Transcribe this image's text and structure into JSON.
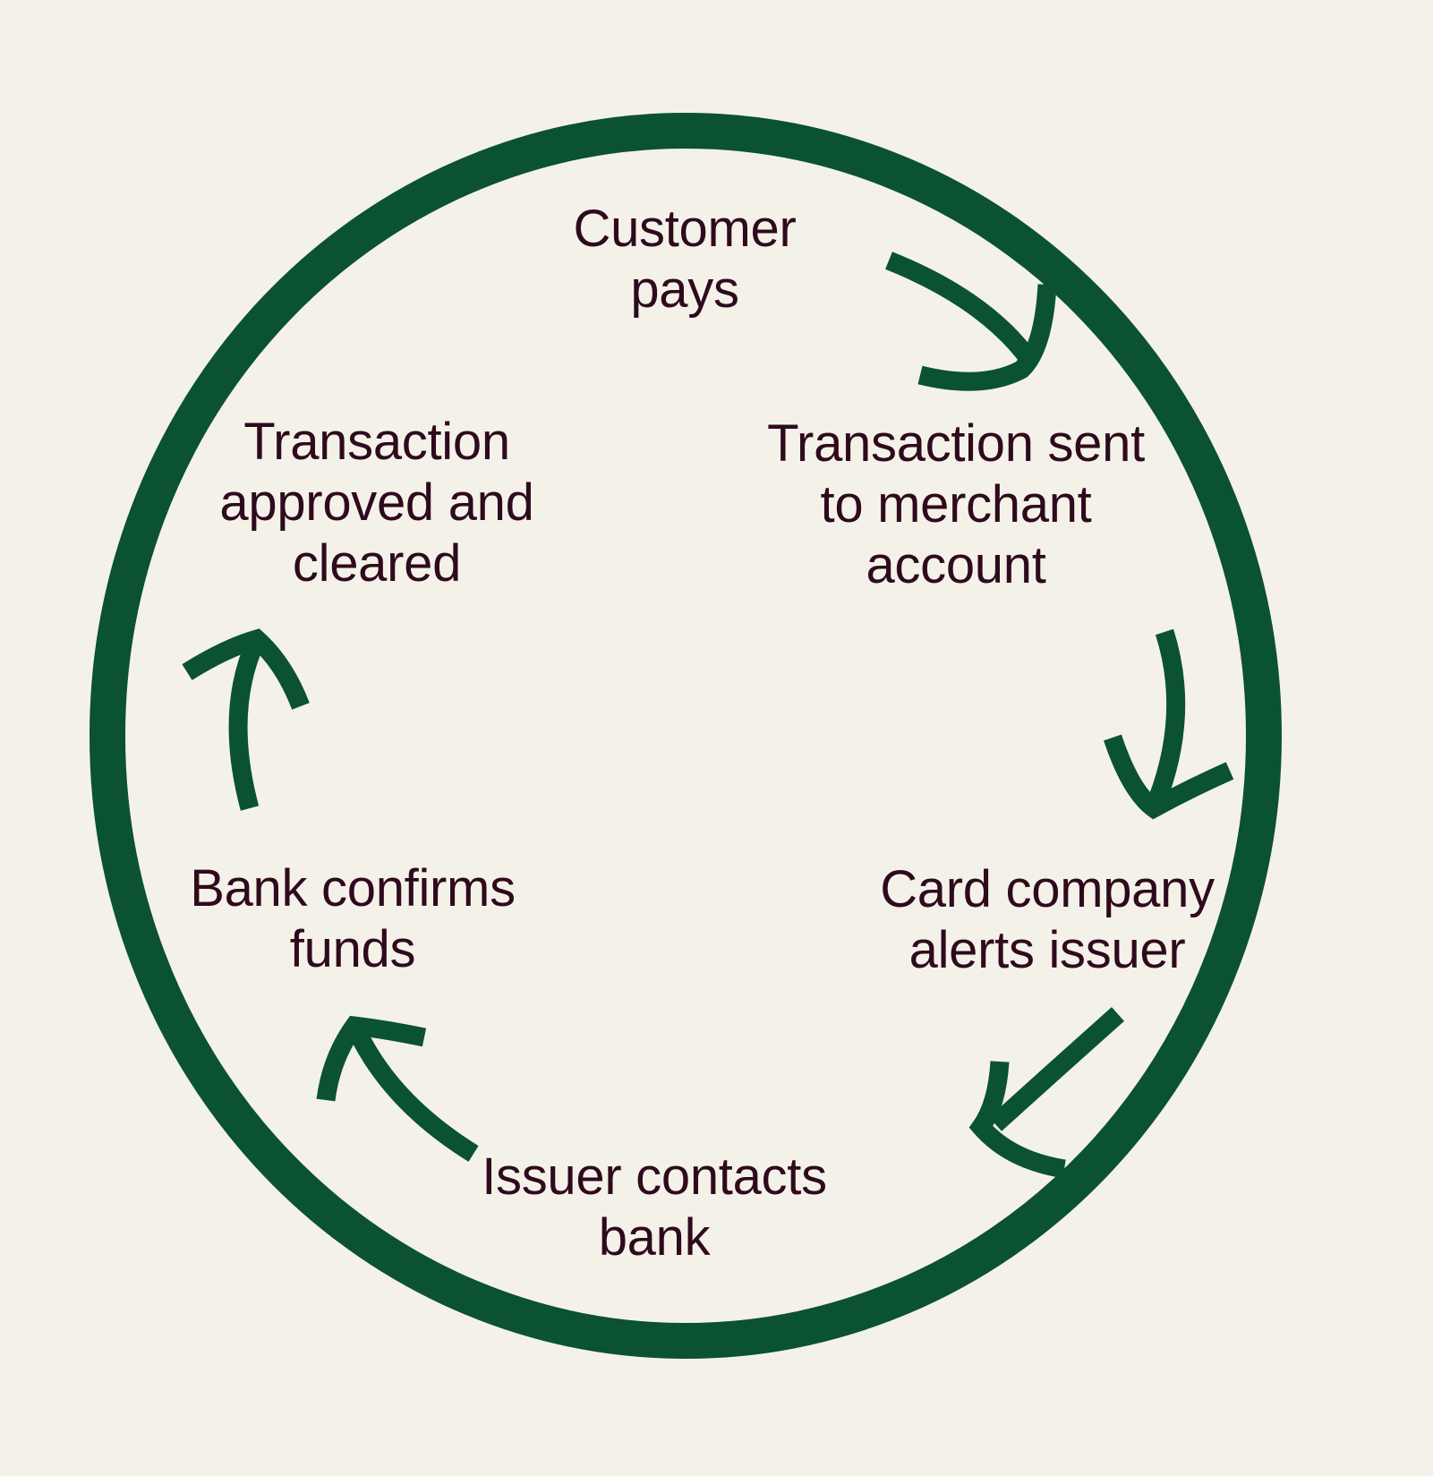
{
  "diagram": {
    "type": "cycle",
    "steps": [
      {
        "id": "customer-pays",
        "label": "Customer\npays"
      },
      {
        "id": "transaction-sent-to-merchant-account",
        "label": "Transaction sent\nto merchant\naccount"
      },
      {
        "id": "card-company-alerts-issuer",
        "label": "Card company\nalerts issuer"
      },
      {
        "id": "issuer-contacts-bank",
        "label": "Issuer contacts\nbank"
      },
      {
        "id": "bank-confirms-funds",
        "label": "Bank confirms\nfunds"
      },
      {
        "id": "transaction-approved-and-cleared",
        "label": "Transaction\napproved and\ncleared"
      }
    ],
    "connections": [
      {
        "from": "customer-pays",
        "to": "transaction-sent-to-merchant-account"
      },
      {
        "from": "transaction-sent-to-merchant-account",
        "to": "card-company-alerts-issuer"
      },
      {
        "from": "card-company-alerts-issuer",
        "to": "issuer-contacts-bank"
      },
      {
        "from": "issuer-contacts-bank",
        "to": "bank-confirms-funds"
      },
      {
        "from": "bank-confirms-funds",
        "to": "transaction-approved-and-cleared"
      }
    ]
  },
  "colors": {
    "background": "#f4f2e8",
    "ring": "#0b5231",
    "arrow": "#0b5231",
    "text": "#2f0a1e"
  }
}
